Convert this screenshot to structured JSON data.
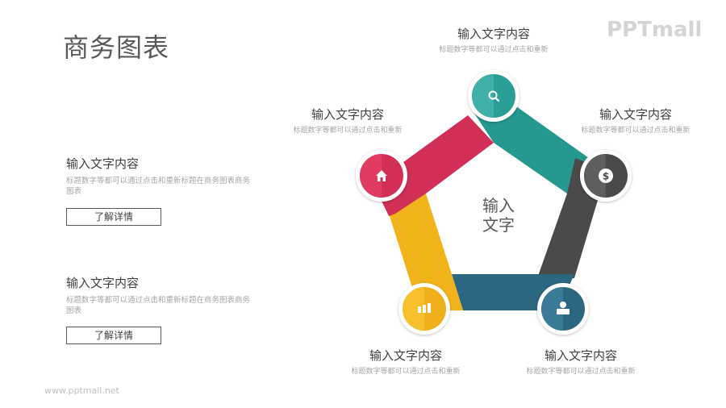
{
  "header": {
    "title": "商务图表",
    "logo": "PPTmall"
  },
  "side_items": [
    {
      "heading": "输入文字内容",
      "description": "标题数字等都可以通过点击和重新标题在商务图表商务图表",
      "button_label": "了解详情"
    },
    {
      "heading": "输入文字内容",
      "description": "标题数字等都可以通过点击和重新标题在商务图表商务图表",
      "button_label": "了解详情"
    }
  ],
  "diagram": {
    "center_text_line1": "输入",
    "center_text_line2": "文字",
    "nodes": [
      {
        "id": "top",
        "icon": "search-icon",
        "color": "#26a39b",
        "heading": "输入文字内容",
        "description": "标题数字等都可以通过点击和重新"
      },
      {
        "id": "right",
        "icon": "dollar-icon",
        "color": "#4d4d4d",
        "heading": "输入文字内容",
        "description": "标题数字等都可以通过点击和重新"
      },
      {
        "id": "bottom-right",
        "icon": "user-icon",
        "color": "#2f6b86",
        "heading": "输入文字内容",
        "description": "标题数字等都可以通过点击和重新"
      },
      {
        "id": "bottom-left",
        "icon": "bar-chart-icon",
        "color": "#f3b51b",
        "heading": "输入文字内容",
        "description": "标题数字等都可以通过点击和重新"
      },
      {
        "id": "left",
        "icon": "home-icon",
        "color": "#d6335a",
        "heading": "输入文字内容",
        "description": "标题数字等都可以通过点击和重新"
      }
    ]
  },
  "footer": {
    "url": "www.pptmall.net"
  }
}
